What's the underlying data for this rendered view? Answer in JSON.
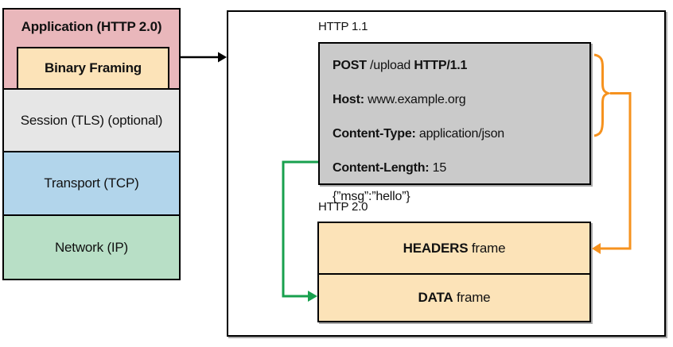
{
  "colors": {
    "pink": "#e9b7bb",
    "tan": "#fce3b8",
    "gray_light": "#e6e6e6",
    "blue": "#b2d5eb",
    "green_fill": "#b8dfc6",
    "request_gray": "#cacaca",
    "orange_accent": "#f6921e",
    "green_accent": "#18a04e",
    "border": "#000000"
  },
  "stack": {
    "application_label": "Application (HTTP 2.0)",
    "binary_framing_label": "Binary Framing",
    "session_label": "Session (TLS) (optional)",
    "transport_label": "Transport (TCP)",
    "network_label": "Network (IP)"
  },
  "detail": {
    "http11_label": "HTTP 1.1",
    "request": {
      "method": "POST",
      "path_segment": " /upload ",
      "version": "HTTP/1.1",
      "host_key": "Host:",
      "host_value": " www.example.org",
      "content_type_key": "Content-Type:",
      "content_type_value": " application/json",
      "content_length_key": "Content-Length:",
      "content_length_value": " 15",
      "body": "{”msg”:”hello”}"
    },
    "http20_label": "HTTP 2.0",
    "headers_frame_bold": "HEADERS",
    "headers_frame_rest": " frame",
    "data_frame_bold": "DATA",
    "data_frame_rest": " frame"
  }
}
